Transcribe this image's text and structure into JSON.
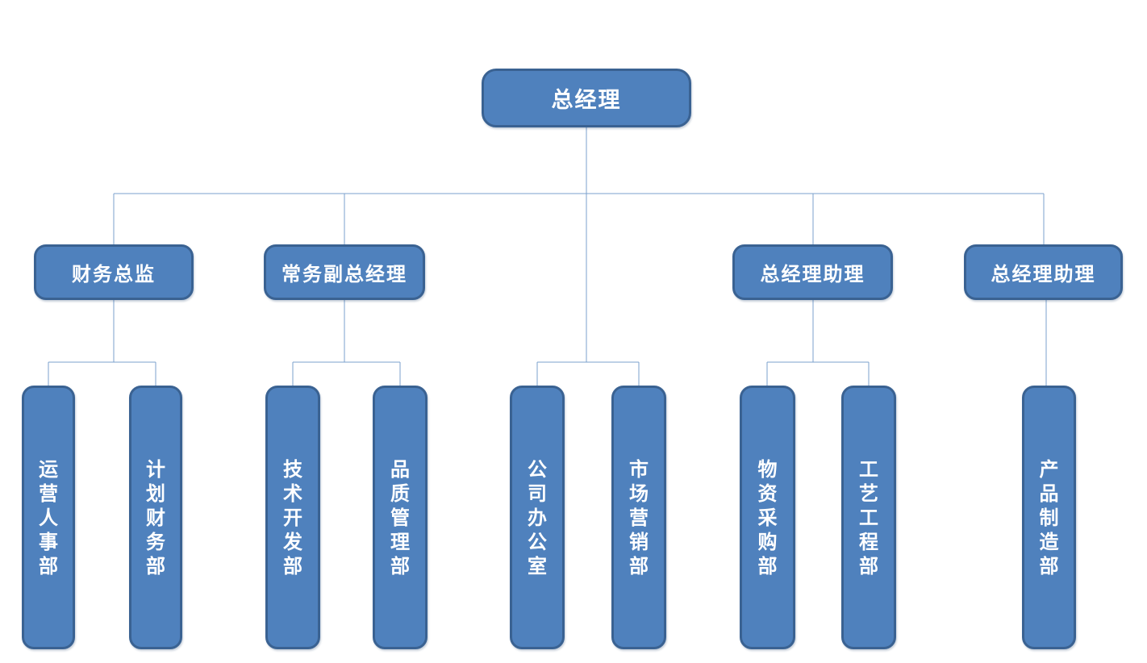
{
  "diagram": {
    "type": "org-chart",
    "colors": {
      "box_fill": "#4f81bd",
      "box_border": "#3a6292",
      "connector_line": "#7ba0cc",
      "text": "#ffffff",
      "background": "#ffffff"
    },
    "nodes": [
      {
        "id": "general-manager",
        "label": "总经理",
        "reports_to": null
      },
      {
        "id": "finance-director",
        "label": "财务总监",
        "reports_to": "general-manager"
      },
      {
        "id": "executive-deputy-gm",
        "label": "常务副总经理",
        "reports_to": "general-manager"
      },
      {
        "id": "gm-assistant-1",
        "label": "总经理助理",
        "reports_to": "general-manager"
      },
      {
        "id": "gm-assistant-2",
        "label": "总经理助理",
        "reports_to": "general-manager"
      },
      {
        "id": "operations-hr-dept",
        "label": "运营人事部",
        "reports_to": "finance-director"
      },
      {
        "id": "planning-finance-dept",
        "label": "计划财务部",
        "reports_to": "finance-director"
      },
      {
        "id": "technology-development-dept",
        "label": "技术开发部",
        "reports_to": "executive-deputy-gm"
      },
      {
        "id": "quality-management-dept",
        "label": "品质管理部",
        "reports_to": "executive-deputy-gm"
      },
      {
        "id": "company-office",
        "label": "公司办公室",
        "reports_to": "general-manager"
      },
      {
        "id": "marketing-dept",
        "label": "市场营销部",
        "reports_to": "general-manager"
      },
      {
        "id": "materials-procurement-dept",
        "label": "物资采购部",
        "reports_to": "gm-assistant-1"
      },
      {
        "id": "process-engineering-dept",
        "label": "工艺工程部",
        "reports_to": "gm-assistant-1"
      },
      {
        "id": "product-manufacturing-dept",
        "label": "产品制造部",
        "reports_to": "gm-assistant-2"
      }
    ]
  }
}
